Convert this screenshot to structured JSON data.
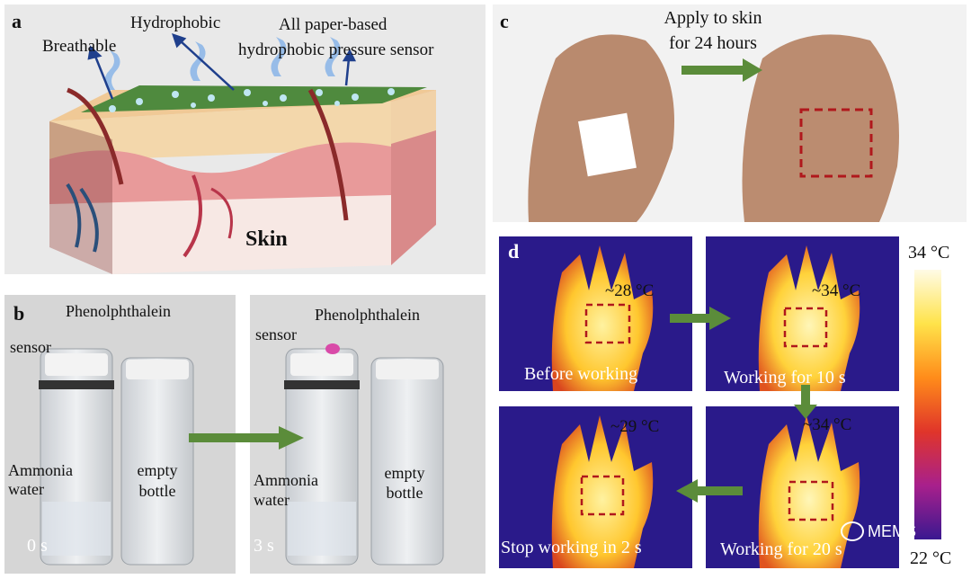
{
  "panel_a": {
    "label": "a",
    "breathable": "Breathable",
    "hydrophobic": "Hydrophobic",
    "sensor_line1": "All paper-based",
    "sensor_line2": "hydrophobic pressure sensor",
    "skin": "Skin"
  },
  "panel_b": {
    "label": "b",
    "left": {
      "phenolphthalein": "Phenolphthalein",
      "sensor": "sensor",
      "ammonia_line1": "Ammonia",
      "ammonia_line2": "water",
      "empty_line1": "empty",
      "empty_line2": "bottle",
      "time": "0 s"
    },
    "right": {
      "phenolphthalein": "Phenolphthalein",
      "sensor": "sensor",
      "ammonia_line1": "Ammonia",
      "ammonia_line2": "water",
      "empty_line1": "empty",
      "empty_line2": "bottle",
      "time": "3 s"
    }
  },
  "panel_c": {
    "label": "c",
    "apply_line1": "Apply to skin",
    "apply_line2": "for 24 hours"
  },
  "panel_d": {
    "label": "d",
    "tiles": [
      {
        "temp": "~28 °C",
        "caption": "Before working"
      },
      {
        "temp": "~34 °C",
        "caption": "Working for 10 s"
      },
      {
        "temp": "~34 °C",
        "caption": "Working for 20 s"
      },
      {
        "temp": "~29 °C",
        "caption": "Stop working in 2 s"
      }
    ],
    "colorbar_max": "34 °C",
    "colorbar_min": "22 °C"
  },
  "watermark": "MEMS",
  "colors": {
    "arrow_green": "#5b8c3a",
    "dashed_red": "#b0181c",
    "thermal_bg": "#2a1a8a",
    "hand_hot": "#ffd23a"
  }
}
